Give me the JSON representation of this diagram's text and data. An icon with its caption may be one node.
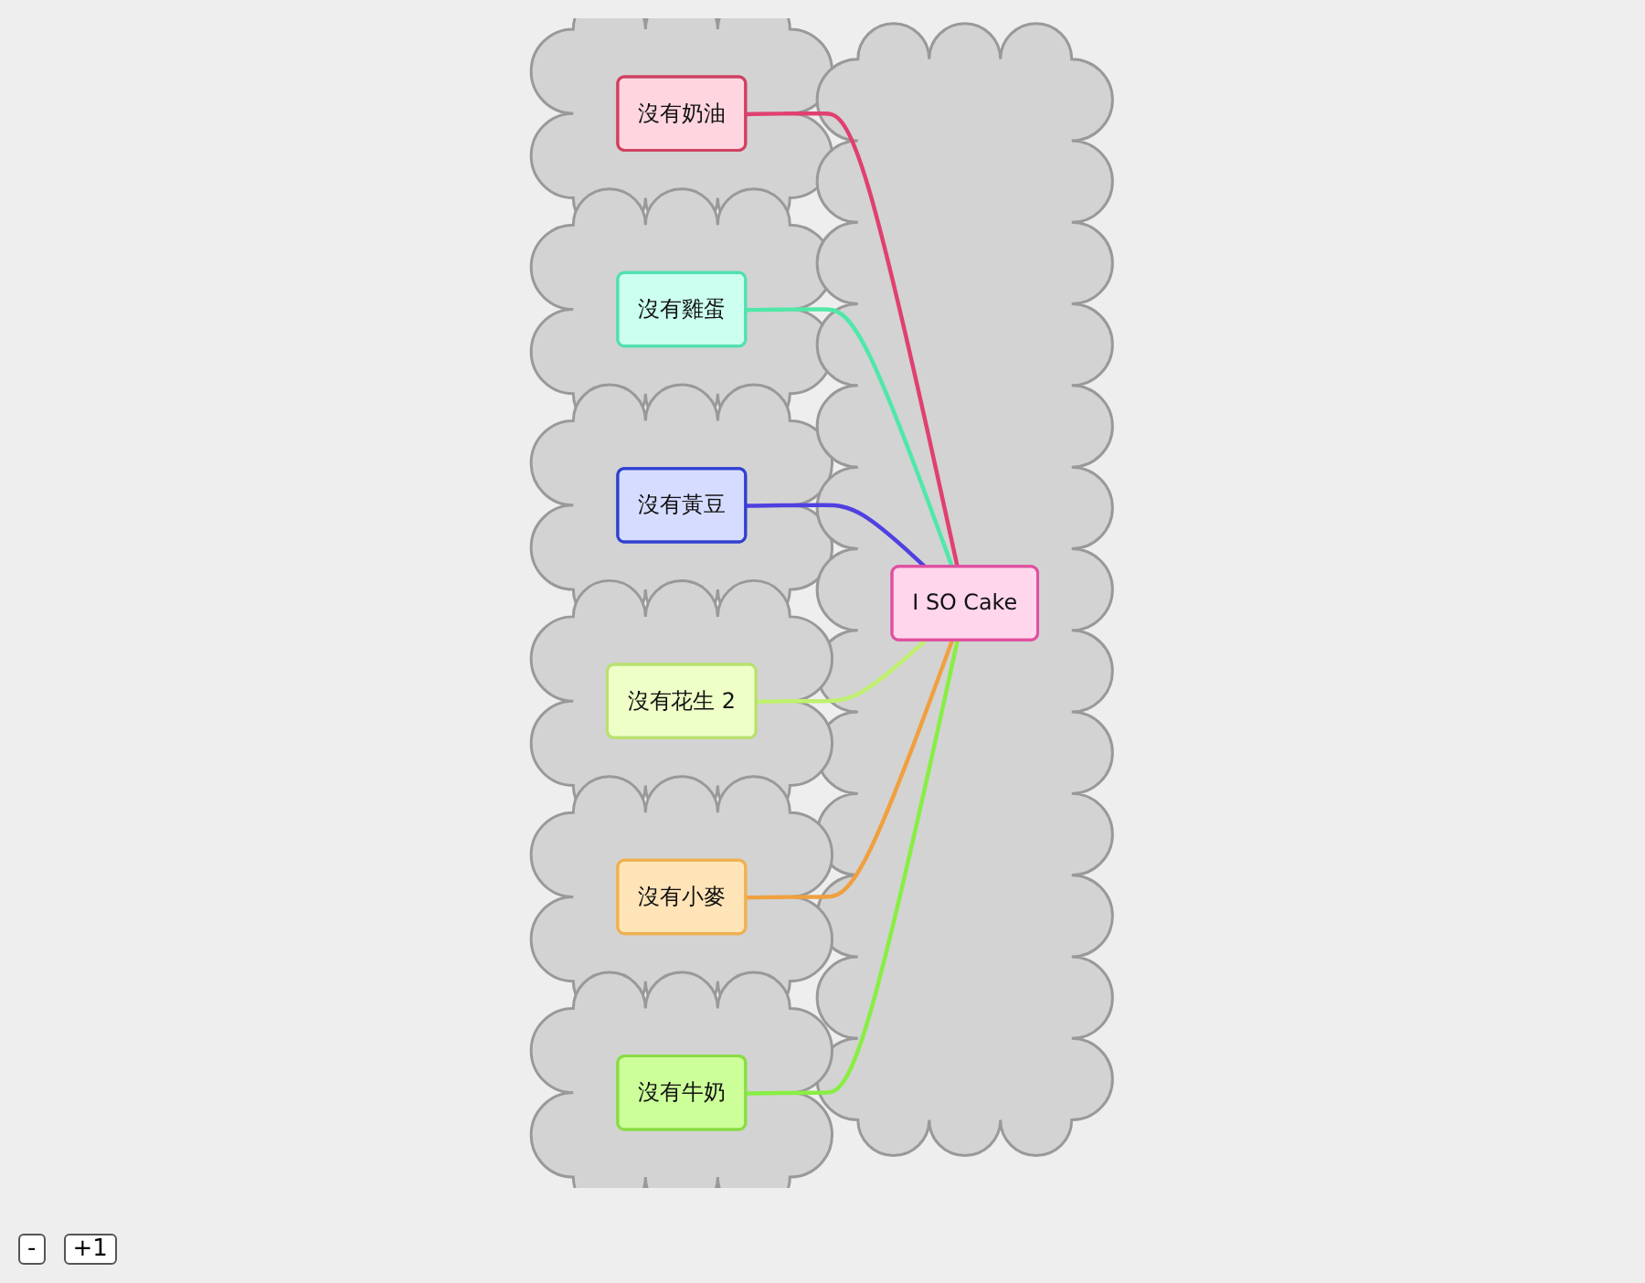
{
  "diagram": {
    "nodes": [
      {
        "text": [],
        "shape": "cloud"
      },
      {
        "text": [
          "沒有牛奶"
        ],
        "in": 0
      },
      {
        "text": [],
        "shape": "cloud"
      },
      {
        "text": [
          "沒有小麥"
        ],
        "in": 2
      },
      {
        "text": [],
        "shape": "cloud"
      },
      {
        "text": [
          "沒有花生 2"
        ],
        "in": 4
      },
      {
        "text": [],
        "shape": "cloud"
      },
      {
        "text": [
          "I SO Cake"
        ],
        "in": 6
      },
      {
        "text": [],
        "shape": "cloud"
      },
      {
        "text": [
          "沒有黃豆"
        ],
        "in": 8
      },
      {
        "text": [],
        "shape": "cloud"
      },
      {
        "text": [
          "沒有雞蛋"
        ],
        "in": 10
      },
      {
        "text": [],
        "shape": "cloud"
      },
      {
        "text": [
          "沒有奶油"
        ],
        "in": 12
      }
    ],
    "edges": [
      {
        "from": 7,
        "to": 1,
        "arrow": "none",
        "color": "#88ee44"
      },
      {
        "from": 7,
        "to": 3,
        "arrow": "none",
        "color": "#f0a040"
      },
      {
        "from": 7,
        "to": 5,
        "arrow": "none",
        "color": "#c0f070"
      },
      {
        "from": 7,
        "to": 9,
        "arrow": "none",
        "color": "#5040e0"
      },
      {
        "from": 7,
        "to": 11,
        "arrow": "none",
        "color": "#50e8a8"
      },
      {
        "from": 7,
        "to": 13,
        "arrow": "none",
        "color": "#e04070"
      }
    ],
    "labels": [
      "-",
      "+1"
    ]
  }
}
